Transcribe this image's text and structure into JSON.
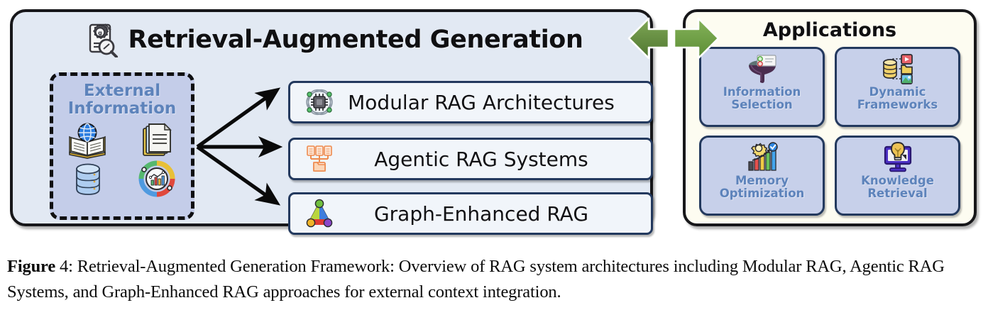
{
  "figure": {
    "rag_panel": {
      "title": "Retrieval-Augmented Generation",
      "title_icon": "document-gear-magnifier-icon",
      "background_color": "#e2e9f3",
      "border_color": "#17171a",
      "external": {
        "label_line1": "External",
        "label_line2": "Information",
        "background_color": "#c4cde9",
        "border_style": "dash-dot",
        "text_color": "#5d83bb",
        "icons": [
          {
            "name": "globe-book-icon"
          },
          {
            "name": "documents-icon"
          },
          {
            "name": "database-icon"
          },
          {
            "name": "analytics-dashboard-icon"
          }
        ]
      },
      "rows": [
        {
          "label": "Modular RAG Architectures",
          "icon": "chip-network-icon"
        },
        {
          "label": "Agentic RAG Systems",
          "icon": "agent-hierarchy-icon"
        },
        {
          "label": "Graph-Enhanced RAG",
          "icon": "graph-triangle-icon"
        }
      ],
      "row_background_color": "#f1f5fa",
      "row_border_color": "#23395e",
      "arrows": {
        "count": 3,
        "color": "#0a0a0a",
        "direction": "left-to-right-fan"
      }
    },
    "link_arrow": {
      "name": "bidirectional-arrow",
      "color": "#6e9a47",
      "direction": "bidirectional"
    },
    "apps_panel": {
      "title": "Applications",
      "background_color": "#fdfcf1",
      "border_color": "#17171a",
      "card_background_color": "#c7d0ea",
      "card_border_color": "#23395e",
      "card_text_color": "#5d83bb",
      "cards": [
        {
          "line1": "Information",
          "line2": "Selection",
          "icon": "funnel-filter-icon"
        },
        {
          "line1": "Dynamic",
          "line2": "Frameworks",
          "icon": "database-media-icon"
        },
        {
          "line1": "Memory",
          "line2": "Optimization",
          "icon": "bar-chart-growth-icon"
        },
        {
          "line1": "Knowledge",
          "line2": "Retrieval",
          "icon": "monitor-lightbulb-icon"
        }
      ]
    }
  },
  "caption": {
    "figure_label": "Figure",
    "number": "4:",
    "text": "Retrieval-Augmented Generation Framework: Overview of RAG system architectures including Modular RAG, Agentic RAG Systems, and Graph-Enhanced RAG approaches for external context integration."
  }
}
